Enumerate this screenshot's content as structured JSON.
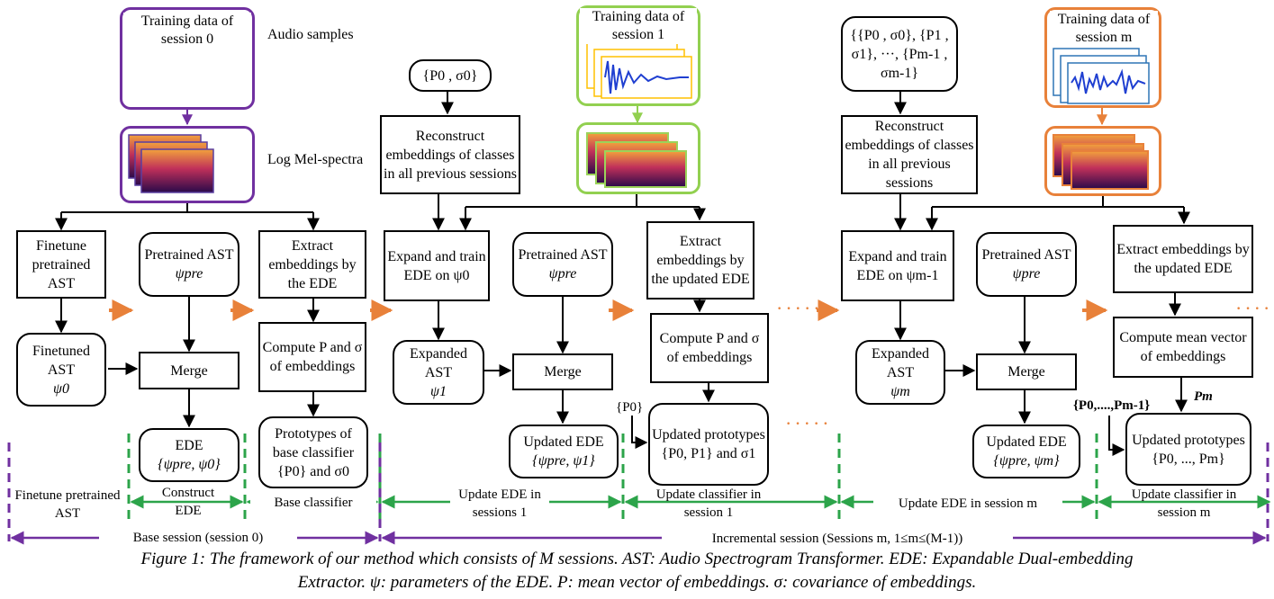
{
  "colors": {
    "purple": "#7030a0",
    "green": "#92d050",
    "orange": "#e8813a",
    "dashed_green": "#2ca44a",
    "blue_frame": "#2e75b6",
    "yellow_frame": "#ffc000"
  },
  "base": {
    "training_title": "Training data of session 0",
    "audio_label": "Audio samples",
    "mel_label": "Log Mel-spectra",
    "finetune_box": "Finetune pretrained AST",
    "pretrained_title": "Pretrained AST",
    "pretrained_param": "ψpre",
    "extract_box": "Extract embeddings by the EDE",
    "finetuned_title": "Finetuned AST",
    "finetuned_param": "ψ0",
    "merge": "Merge",
    "compute": "Compute P and σ of embeddings",
    "ede_title": "EDE",
    "ede_param": "{ψpre,  ψ0}",
    "prototypes": "Prototypes of base classifier {P0} and σ0"
  },
  "session1": {
    "training_title": "Training data of session 1",
    "memory": "{P0 ,  σ0}",
    "reconstruct": "Reconstruct embeddings of classes in all previous sessions",
    "expand": "Expand and train EDE on ψ0",
    "pretrained_title": "Pretrained AST",
    "pretrained_param": "ψpre",
    "extract": "Extract embeddings by the updated EDE",
    "compute": "Compute P and σ of embeddings",
    "expanded_title": "Expanded AST",
    "expanded_param": "ψ1",
    "merge": "Merge",
    "updated_ede": "Updated EDE",
    "updated_ede_param": "{ψpre,  ψ1}",
    "p0_label": "{P0}",
    "updated_prototypes": "Updated prototypes {P0, P1} and σ1"
  },
  "sessionm": {
    "training_title": "Training data of session m",
    "memory": "{{P0 ,  σ0}, {P1 , σ1}, ···, {Pm-1 , σm-1}",
    "reconstruct": "Reconstruct embeddings of classes in all previous sessions",
    "expand": "Expand and train EDE on ψm-1",
    "pretrained_title": "Pretrained AST",
    "pretrained_param": "ψpre",
    "extract": "Extract embeddings by the updated EDE",
    "compute_mean": "Compute mean vector of embeddings",
    "expanded_title": "Expanded AST",
    "expanded_param": "ψm",
    "merge": "Merge",
    "updated_ede": "Updated EDE",
    "updated_ede_param": "{ψpre,  ψm}",
    "pm_label": "Pm",
    "plist_label": "{P0,....,Pm-1}",
    "updated_prototypes": "Updated prototypes {P0, ..., Pm}"
  },
  "dots": "·····",
  "sections": {
    "finetune": "Finetune pretrained AST",
    "construct": "Construct EDE",
    "base_classifier": "Base classifier",
    "update_ede_1": "Update EDE in sessions 1",
    "update_classifier_1": "Update classifier in session 1",
    "update_ede_m": "Update EDE in session m",
    "update_classifier_m": "Update classifier in session m",
    "base_session": "Base session (session 0)",
    "incremental_session": "Incremental session (Sessions m, 1≤m≤(M-1))"
  },
  "caption": {
    "line1": "Figure 1: The framework of our method which consists of M sessions. AST: Audio Spectrogram Transformer. EDE: Expandable Dual-embedding",
    "line2": "Extractor. ψ: parameters of the EDE. P: mean vector of embeddings.  σ: covariance of embeddings."
  }
}
